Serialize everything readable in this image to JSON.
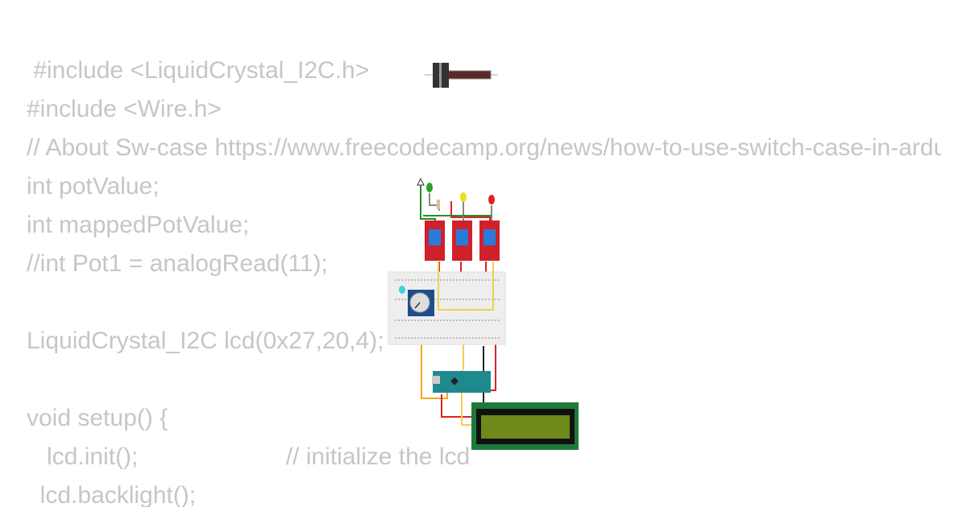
{
  "code_lines": [
    " #include <LiquidCrystal_I2C.h>",
    "#include <Wire.h>",
    "// About Sw-case https://www.freecodecamp.org/news/how-to-use-switch-case-in-arduino-control-leds/",
    "int potValue;",
    "int mappedPotValue;",
    "//int Pot1 = analogRead(11);",
    "LiquidCrystal_I2C lcd(0x27,20,4);",
    "void setup() {",
    "   lcd.init();                      // initialize the lcd",
    "  lcd.backlight();"
  ],
  "colors": {
    "code_text": "#c6c6c6",
    "relay": "#d0202a",
    "arduino": "#1f8a8e",
    "lcd_board": "#1e7a3a",
    "lcd_screen": "#6f8a1a"
  },
  "components": [
    "slide-potentiometer",
    "led-green",
    "led-yellow",
    "led-red",
    "led-cyan",
    "relay-1",
    "relay-2",
    "relay-3",
    "breadboard",
    "rotary-potentiometer",
    "arduino-nano",
    "lcd-1602"
  ]
}
